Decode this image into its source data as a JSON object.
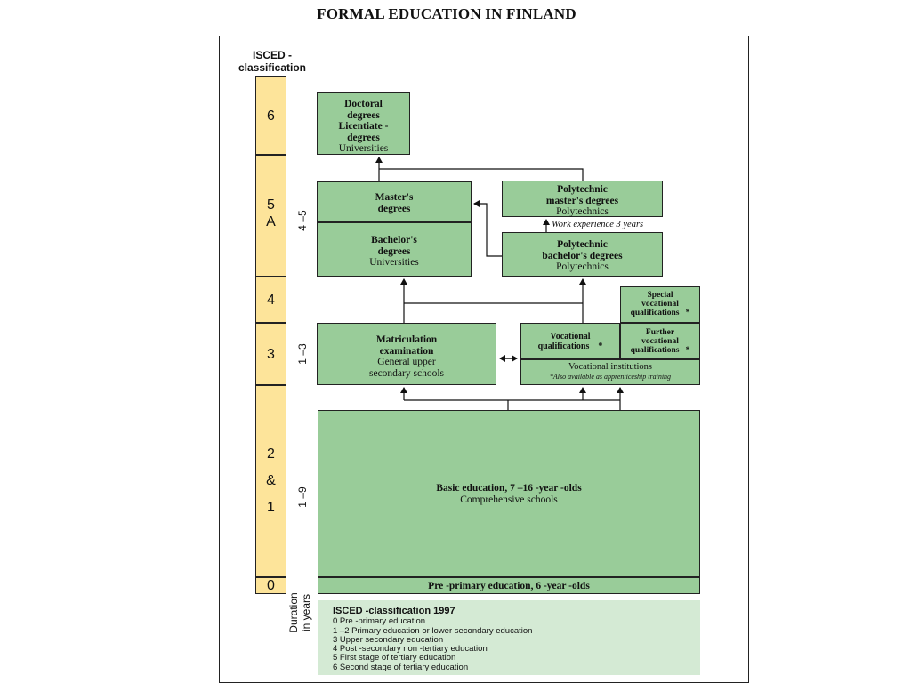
{
  "title": "FORMAL EDUCATION IN FINLAND",
  "isced_header": {
    "line1": "ISCED -",
    "line2": "classification"
  },
  "levels": {
    "l6": "6",
    "l5a_1": "5",
    "l5a_2": "A",
    "l4": "4",
    "l3": "3",
    "l21_1": "2",
    "l21_2": "&",
    "l21_3": "1",
    "l0": "0"
  },
  "durations": {
    "tertiary": "4 –5",
    "upper_secondary": "1 –3",
    "basic": "1 –9",
    "axis_line1": "Duration",
    "axis_line2": "in years"
  },
  "boxes": {
    "doctoral": {
      "line1": "Doctoral",
      "line2": "degrees",
      "line3": "Licentiate   -",
      "line4": "degrees",
      "sub": "Universities"
    },
    "masters": {
      "line1": "Master's",
      "line2": "degrees"
    },
    "bachelors": {
      "line1": "Bachelor's",
      "line2": "degrees",
      "sub": "Universities"
    },
    "poly_masters": {
      "line1": "Polytechnic",
      "line2": "master's degrees",
      "sub": "Polytechnics"
    },
    "work_experience": "Work experience 3 years",
    "poly_bachelors": {
      "line1": "Polytechnic",
      "line2": "bachelor's    degrees",
      "sub": "Polytechnics"
    },
    "special_voc": {
      "line1": "Special",
      "line2": "vocational",
      "line3": "qualifications",
      "star": "*"
    },
    "further_voc": {
      "line1": "Further",
      "line2": "vocational",
      "line3": "qualifications",
      "star": "*"
    },
    "voc_quals": {
      "line1": "Vocational",
      "line2": "qualifications",
      "star": "*"
    },
    "voc_inst": {
      "line1": "Vocational institutions",
      "note": "*Also available as apprenticeship training"
    },
    "matriculation": {
      "line1": "Matriculation",
      "line2": "examination",
      "sub1": "General upper",
      "sub2": "secondary schools"
    },
    "basic": {
      "line1": "Basic education, 7    –16 -year -olds",
      "sub": "Comprehensive schools"
    },
    "preprimary": "Pre -primary education, 6     -year -olds"
  },
  "legend": {
    "heading": "ISCED  -classification 1997",
    "items": [
      "0  Pre   -primary education",
      "1 –2 Primary education or lower secondary education",
      "3 Upper secondary education",
      "4 Post   -secondary non     -tertiary education",
      "5 First stage of tertiary education",
      "6 Second stage of tertiary education"
    ]
  },
  "colors": {
    "level_bar": "#fde49a",
    "box_green": "#99cc99",
    "legend_bg": "#d4ead4"
  }
}
